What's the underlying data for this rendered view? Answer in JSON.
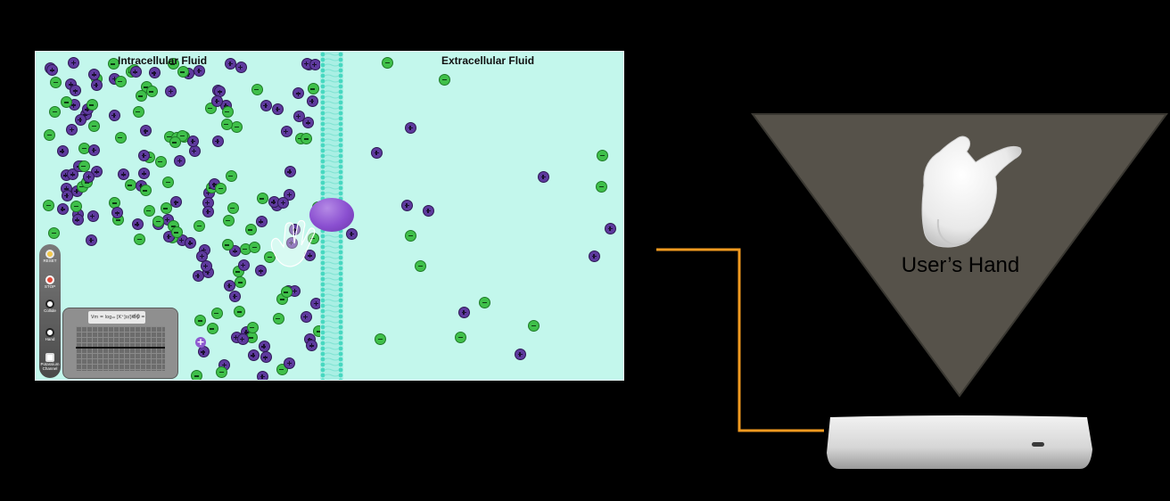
{
  "simulation": {
    "left_label": "Intracellular Fluid",
    "right_label": "Extracellular Fluid",
    "toolbar": [
      {
        "label": "RESET",
        "icon": "sun-icon"
      },
      {
        "label": "STOP",
        "icon": "record-icon"
      },
      {
        "label": "Collide",
        "icon": "radio-icon"
      },
      {
        "label": "Hand",
        "icon": "radio-icon"
      },
      {
        "label": "Potassium Channel",
        "icon": "checkbox-icon"
      }
    ],
    "meter": {
      "formula": "Vm = log₁₀ [K⁺]o/[K⁺]i =",
      "value": "-60"
    },
    "ion_types": {
      "positive": "K+ ion (purple, plus)",
      "negative": "Cl- ion (green, minus)"
    },
    "colors": {
      "fluid": "#c3f7ec",
      "positive_ion": "#5e3a9e",
      "negative_ion": "#3fc04a",
      "channel": "#8a4fd0"
    }
  },
  "projection": {
    "caption": "User’s Hand"
  },
  "colors": {
    "connector": "#f29a20",
    "pyramid": "#56524a",
    "device": "#d8d8d8"
  }
}
